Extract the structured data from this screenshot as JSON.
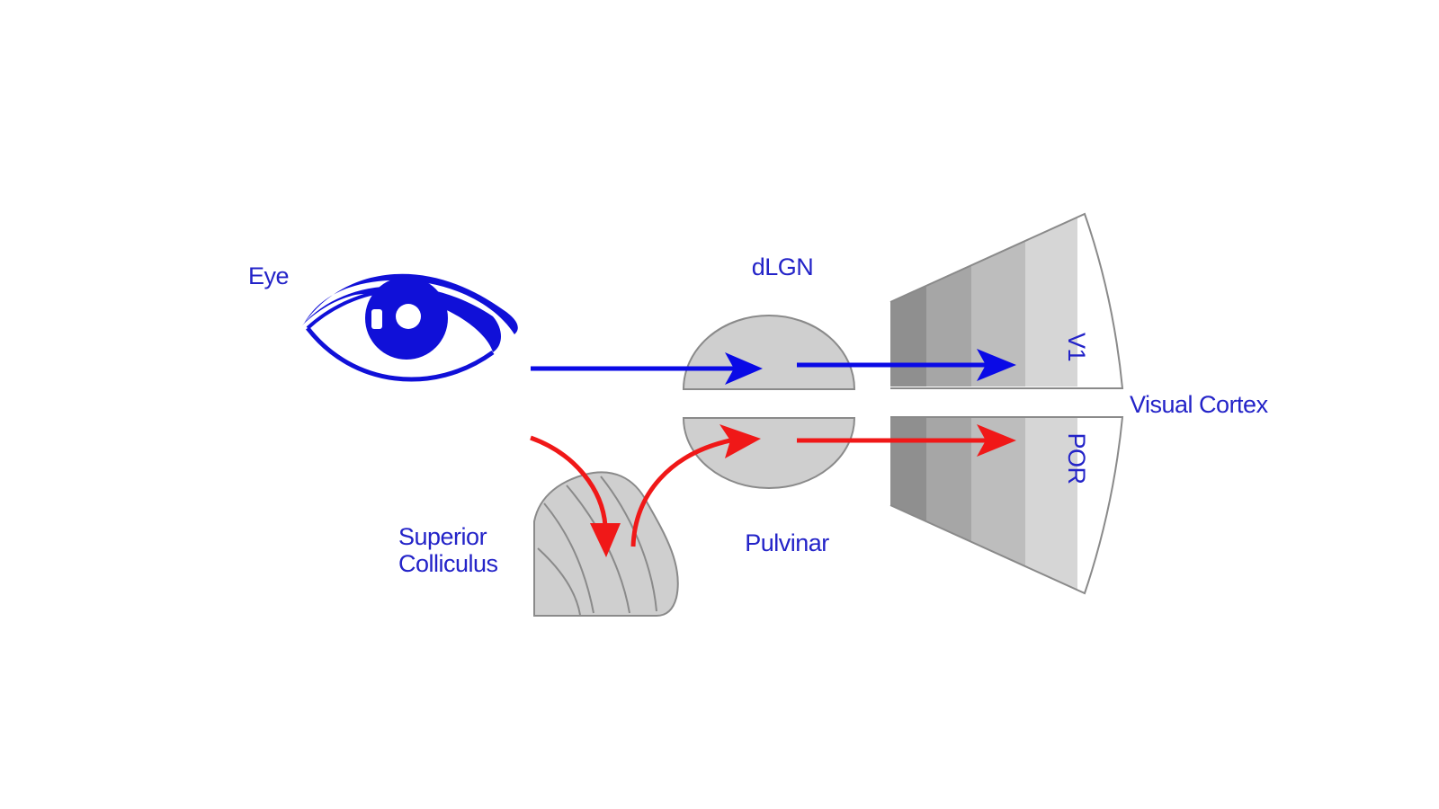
{
  "labels": {
    "eye": "Eye",
    "dlgn": "dLGN",
    "v1": "V1",
    "visual_cortex": "Visual Cortex",
    "por": "POR",
    "pulvinar": "Pulvinar",
    "superior_line1": "Superior",
    "superior_line2": "Colliculus"
  },
  "icons": {
    "eye": "eye-icon",
    "superior_colliculus": "superior-colliculus-shape",
    "dlgn": "dlgn-half-disc",
    "pulvinar": "pulvinar-half-disc",
    "cortex": "cortex-wedge"
  },
  "colors": {
    "label": "#2323c8",
    "eye": "#1010d8",
    "blue_pathway": "#0a0ae6",
    "red_pathway": "#f01818",
    "structure_fill": "#cfcfcf",
    "structure_stroke": "#8a8a8a",
    "cortex_band_1": "#8f8f8f",
    "cortex_band_2": "#a6a6a6",
    "cortex_band_3": "#bdbdbd",
    "cortex_band_4": "#d6d6d6",
    "cortex_band_5": "#ffffff"
  }
}
